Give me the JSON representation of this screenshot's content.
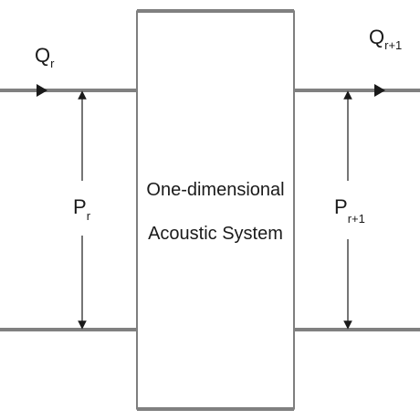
{
  "diagram": {
    "box_label_line1": "One-dimensional",
    "box_label_line2": "Acoustic System",
    "left_port": {
      "flow_symbol": "Q",
      "flow_subscript": "r",
      "pressure_symbol": "P",
      "pressure_subscript": "r"
    },
    "right_port": {
      "flow_symbol": "Q",
      "flow_subscript": "r+1",
      "pressure_symbol": "P",
      "pressure_subscript": "r+1"
    }
  },
  "colors": {
    "line": "#808080",
    "ink": "#1a1a1a",
    "box_border": "#2a2a2a"
  }
}
